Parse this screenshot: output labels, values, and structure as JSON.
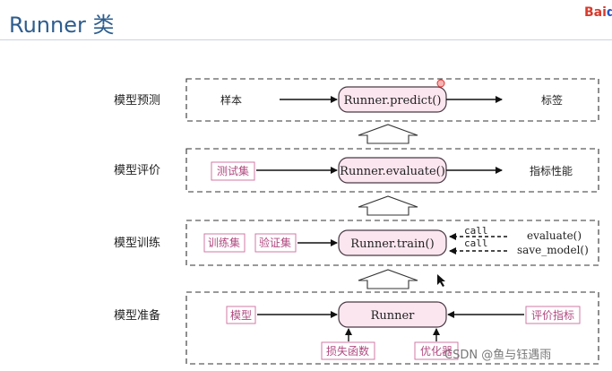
{
  "header": {
    "title": "Runner 类",
    "logo_part1": "Bai",
    "logo_part2": "d"
  },
  "stages": [
    {
      "label": "模型预测"
    },
    {
      "label": "模型评价"
    },
    {
      "label": "模型训练"
    },
    {
      "label": "模型准备"
    }
  ],
  "predict": {
    "input": "样本",
    "runner": "Runner.predict()",
    "output": "标签"
  },
  "evaluate": {
    "input": "测试集",
    "runner": "Runner.evaluate()",
    "output": "指标性能"
  },
  "train": {
    "input1": "训练集",
    "input2": "验证集",
    "runner": "Runner.train()",
    "call1": "call",
    "call2": "call",
    "target1": "evaluate()",
    "target2": "save_model()"
  },
  "prepare": {
    "input_left": "模型",
    "runner": "Runner",
    "input_right": "评价指标",
    "bottom1": "损失函数",
    "bottom2": "优化器"
  },
  "watermark": "CSDN @鱼与钰遇雨",
  "colors": {
    "title": "#2e5d8e",
    "runner_fill": "#fbe6ef",
    "tag_border": "#d07aa6",
    "tag_text": "#b04a80"
  }
}
